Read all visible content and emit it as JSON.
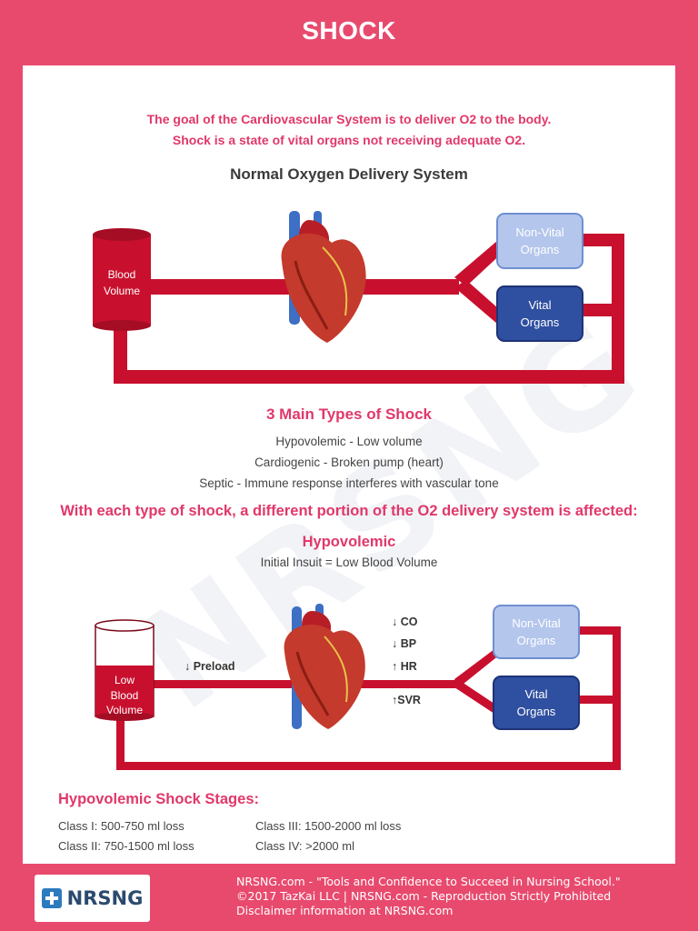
{
  "header": {
    "title": "SHOCK"
  },
  "intro": {
    "line1": "The goal of the Cardiovascular System is to deliver O2 to the body.",
    "line2": "Shock is a state of vital organs not receiving adequate O2."
  },
  "normal_diagram": {
    "heading": "Normal Oxygen Delivery System",
    "container_label_1": "Blood",
    "container_label_2": "Volume",
    "nonvital_1": "Non-Vital",
    "nonvital_2": "Organs",
    "vital_1": "Vital",
    "vital_2": "Organs"
  },
  "types": {
    "heading": "3 Main Types of Shock",
    "items": [
      "Hypovolemic - Low volume",
      "Cardiogenic - Broken pump (heart)",
      "Septic - Immune response interferes with vascular tone"
    ]
  },
  "each_type_line": "With each type of shock, a different portion of the O2 delivery system is affected:",
  "hypovolemic": {
    "heading": "Hypovolemic",
    "insult": "Initial Insuit = Low Blood Volume",
    "container_label_1": "Low",
    "container_label_2": "Blood",
    "container_label_3": "Volume",
    "preload": "↓ Preload",
    "co": "↓ CO",
    "bp": "↓ BP",
    "hr": "↑ HR",
    "svr": "↑SVR",
    "nonvital_1": "Non-Vital",
    "nonvital_2": "Organs",
    "vital_1": "Vital",
    "vital_2": "Organs"
  },
  "stages": {
    "heading": "Hypovolemic Shock Stages:",
    "class1": "Class I: 500-750 ml loss",
    "class2": "Class II: 750-1500 ml loss",
    "class3": "Class III: 1500-2000 ml loss",
    "class4": "Class IV: >2000 ml"
  },
  "footer": {
    "logo": "NRSNG",
    "watermark": "NRSNG",
    "line1": "NRSNG.com - \"Tools and Confidence to Succeed in Nursing School.\"",
    "line2": "©2017 TazKai LLC | NRSNG.com - Reproduction Strictly Prohibited",
    "line3": "Disclaimer information at NRSNG.com"
  },
  "colors": {
    "brand_pink": "#e84a6e",
    "vessel_red": "#c8102e",
    "vital_blue": "#2f4fa0",
    "nonvital_blue": "#b4c6ec"
  }
}
